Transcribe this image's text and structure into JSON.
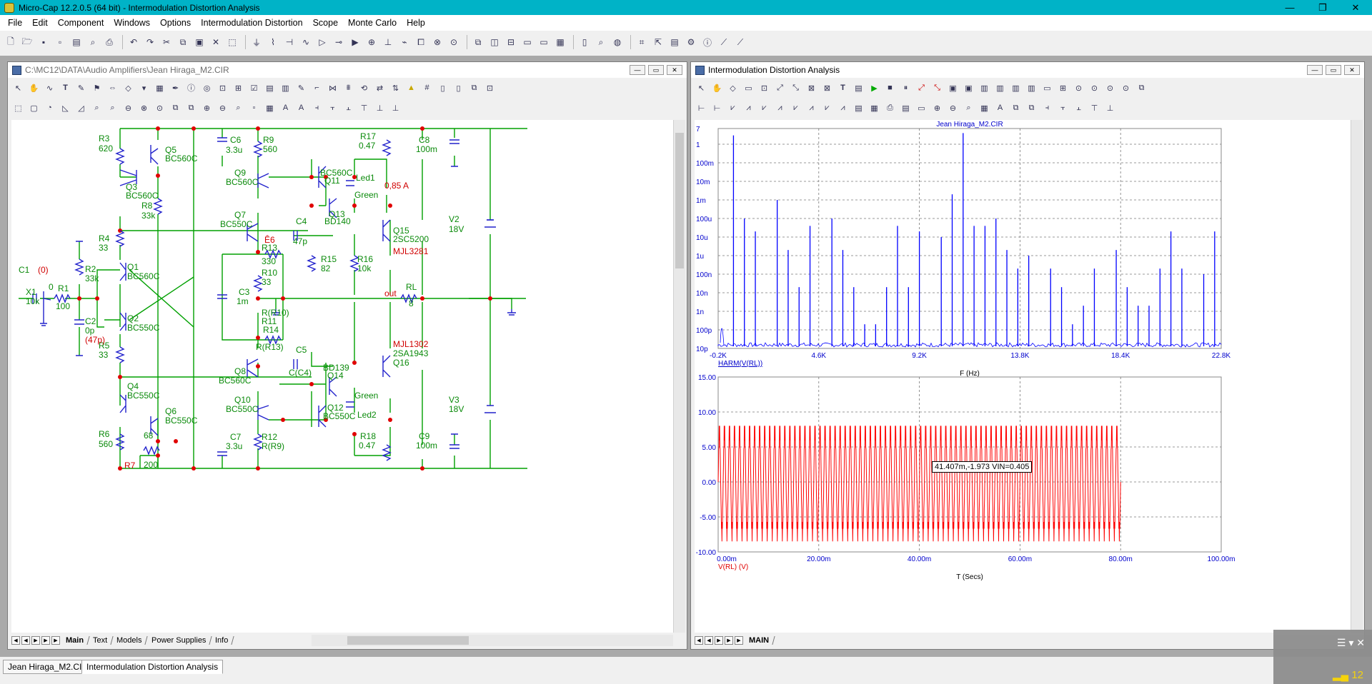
{
  "app": {
    "title": "Micro-Cap 12.2.0.5 (64 bit) - Intermodulation Distortion Analysis"
  },
  "menu": [
    "File",
    "Edit",
    "Component",
    "Windows",
    "Options",
    "Intermodulation Distortion",
    "Scope",
    "Monte Carlo",
    "Help"
  ],
  "schematic": {
    "title": "C:\\MC12\\DATA\\Audio Amplifiers\\Jean Hiraga_M2.CIR",
    "tabs": [
      "Main",
      "Text",
      "Models",
      "Power Supplies",
      "Info"
    ],
    "labels": {
      "r3": "R3",
      "r3v": "620",
      "q5": "Q5",
      "q5t": "BC560C",
      "q3": "Q3",
      "q3t": "BC560C",
      "r8": "R8",
      "r8v": "33k",
      "r4": "R4",
      "r4v": "33",
      "q1": "Q1",
      "q1t": "BC560C",
      "q2": "Q2",
      "q2t": "BC550C",
      "r5": "R5",
      "r5v": "33",
      "q4": "Q4",
      "q4t": "BC550C",
      "q6": "Q6",
      "q6t": "BC550C",
      "r6": "R6",
      "r6v": "560",
      "v68": "68",
      "r7": "R7",
      "r7v": "200",
      "c1": "C1",
      "c1v": "(0)",
      "x1": "X1",
      "x1v": "10k",
      "x1z": "0",
      "r1": "R1",
      "r1v": "100",
      "r2": "R2",
      "r2v": "33k",
      "c2": "C2",
      "c2v": "0p",
      "c2p": "(47p)",
      "c6": "C6",
      "c6v": "3.3u",
      "r9": "R9",
      "r9v": "560",
      "q9": "Q9",
      "q9t": "BC560C",
      "q7": "Q7",
      "q7t": "BC550C",
      "r13": "R13",
      "r13v": "330",
      "e6": "Ê6",
      "r10": "R10",
      "r10v": "33",
      "c3": "C3",
      "c3v": "1m",
      "rr10": "R(R10)",
      "r11": "R11",
      "r14": "R14",
      "rr13": "R(R13)",
      "q8": "Q8",
      "q8t": "BC560C",
      "q10": "Q10",
      "q10t": "BC550C",
      "c7": "C7",
      "c7v": "3.3u",
      "r12": "R12",
      "rr9": "R(R9)",
      "q11t": "BC560C",
      "q11": "Q11",
      "led1": "Led1",
      "green1": "Green",
      "amp": "0,85 A",
      "q13": "Q13",
      "q13t": "BD140",
      "c4": "C4",
      "c4v": "47p",
      "r15": "R15",
      "r15v": "82",
      "r16": "R16",
      "r16v": "10k",
      "c5": "C5",
      "cc4": "C(C4)",
      "q14t": "BD139",
      "q14": "Q14",
      "q12": "Q12",
      "q12t": "BC550C",
      "green2": "Green",
      "led2": "Led2",
      "r17": "R17",
      "r17v": "0.47",
      "c8": "C8",
      "c8v": "100m",
      "q15": "Q15",
      "q15t": "2SC5200",
      "q15m": "MJL3281",
      "out": "out",
      "rl": "RL",
      "rlv": "8",
      "v2": "V2",
      "v2v": "18V",
      "q16m": "MJL1302",
      "q16t": "2SA1943",
      "q16": "Q16",
      "v3": "V3",
      "v3v": "18V",
      "r18": "R18",
      "r18v": "0.47",
      "c9": "C9",
      "c9v": "100m"
    }
  },
  "analysis": {
    "title": "Intermodulation Distortion Analysis",
    "tab": "MAIN",
    "cursor_readout": "41.407m,-1.973 VIN=0.405",
    "top_plot": {
      "title": "Jean Hiraga_M2.CIR",
      "y_ticks": [
        "7",
        "1",
        "100m",
        "10m",
        "1m",
        "100u",
        "10u",
        "1u",
        "100n",
        "10n",
        "1n",
        "100p",
        "10p"
      ],
      "x_ticks": [
        "-0.2K",
        "4.6K",
        "9.2K",
        "13.8K",
        "18.4K",
        "22.8K"
      ],
      "trace_label": "HARM(V(RL))",
      "xlabel": "F (Hz)"
    },
    "bottom_plot": {
      "y_ticks": [
        "15.00",
        "10.00",
        "5.00",
        "0.00",
        "-5.00",
        "-10.00"
      ],
      "x_ticks": [
        "0.00m",
        "20.00m",
        "40.00m",
        "60.00m",
        "80.00m",
        "100.00m"
      ],
      "trace_label": "V(RL) (V)",
      "xlabel": "T (Secs)"
    }
  },
  "chart_data": [
    {
      "type": "line",
      "title": "Jean Hiraga_M2.CIR",
      "xlabel": "F (Hz)",
      "ylabel": "",
      "xlim": [
        -200,
        22800
      ],
      "ylim": [
        1e-11,
        7
      ],
      "yscale": "log",
      "series": [
        {
          "name": "HARM(V(RL))",
          "color": "#0000ff",
          "peaks": [
            [
              500,
              3
            ],
            [
              1000,
              0.0001
            ],
            [
              1500,
              2e-05
            ],
            [
              2500,
              0.001
            ],
            [
              3000,
              2e-06
            ],
            [
              3500,
              2e-08
            ],
            [
              4000,
              4e-05
            ],
            [
              5000,
              0.0001
            ],
            [
              5500,
              2e-06
            ],
            [
              6000,
              2e-08
            ],
            [
              6500,
              2e-10
            ],
            [
              7000,
              2e-10
            ],
            [
              7500,
              2e-08
            ],
            [
              8000,
              4e-05
            ],
            [
              8500,
              2e-08
            ],
            [
              9000,
              2e-05
            ],
            [
              10000,
              1e-05
            ],
            [
              10500,
              0.002
            ],
            [
              11000,
              4
            ],
            [
              11500,
              4e-05
            ],
            [
              12000,
              4e-05
            ],
            [
              12500,
              0.0001
            ],
            [
              13000,
              2e-06
            ],
            [
              13500,
              2e-07
            ],
            [
              14000,
              1e-06
            ],
            [
              15000,
              2e-07
            ],
            [
              15500,
              2e-08
            ],
            [
              16000,
              2e-10
            ],
            [
              16500,
              2e-09
            ],
            [
              17000,
              2e-07
            ],
            [
              18000,
              2e-06
            ],
            [
              18500,
              2e-08
            ],
            [
              19000,
              2e-09
            ],
            [
              19500,
              2e-09
            ],
            [
              20000,
              2e-07
            ],
            [
              20500,
              2e-05
            ],
            [
              21000,
              2e-07
            ],
            [
              22000,
              1e-07
            ],
            [
              22500,
              2e-05
            ]
          ]
        }
      ]
    },
    {
      "type": "line",
      "xlabel": "T (Secs)",
      "ylabel": "",
      "xlim": [
        0,
        0.1
      ],
      "ylim": [
        -10,
        15
      ],
      "series": [
        {
          "name": "V(RL) (V)",
          "color": "#ff0000",
          "amplitude": 8.5,
          "t_end": 0.08,
          "frequency_hz": 1000
        }
      ]
    }
  ]
}
